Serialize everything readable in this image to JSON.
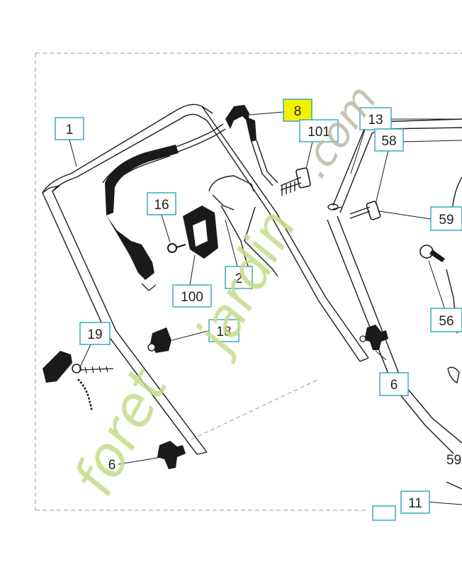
{
  "colors": {
    "line": "#1a1a1a",
    "callout_border": "#2aa6b8",
    "highlight_fill": "#f5f000",
    "watermark_green": "#c5dc8a",
    "watermark_orange": "#f2b37a",
    "watermark_gray": "#bdb9a8"
  },
  "callouts": [
    {
      "id": "c1",
      "label": "1"
    },
    {
      "id": "c8",
      "label": "8",
      "highlighted": true
    },
    {
      "id": "c101",
      "label": "101"
    },
    {
      "id": "c13",
      "label": "13"
    },
    {
      "id": "c58",
      "label": "58"
    },
    {
      "id": "c16",
      "label": "16"
    },
    {
      "id": "c59",
      "label": "59"
    },
    {
      "id": "c2",
      "label": "2"
    },
    {
      "id": "c100",
      "label": "100"
    },
    {
      "id": "c56",
      "label": "56"
    },
    {
      "id": "c19",
      "label": "19"
    },
    {
      "id": "c18",
      "label": "18"
    },
    {
      "id": "c6b",
      "label": "6"
    },
    {
      "id": "c11",
      "label": "11"
    }
  ],
  "plain_labels": [
    {
      "id": "l6",
      "label": "6"
    },
    {
      "id": "l59",
      "label": "59"
    }
  ],
  "watermark": {
    "part1": "foret",
    "part2": "jardin",
    "part3": ".com"
  }
}
